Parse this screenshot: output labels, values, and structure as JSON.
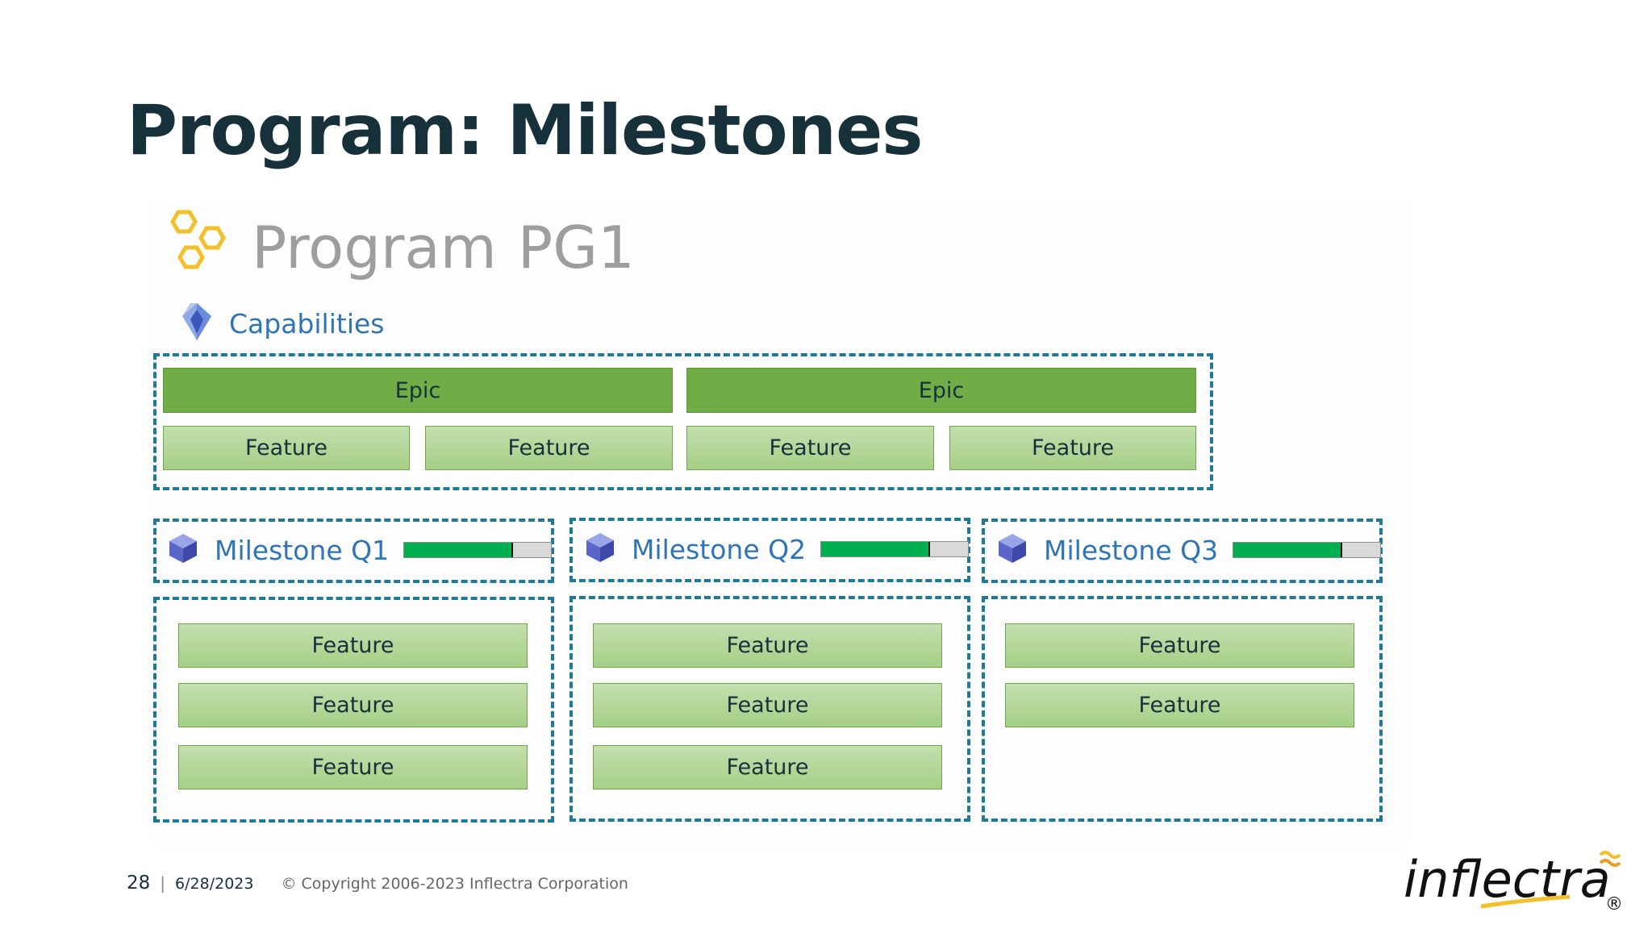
{
  "slide": {
    "title": "Program: Milestones"
  },
  "program": {
    "icon": "hexagon-cluster-icon",
    "prefix": "Program",
    "id": "PG1"
  },
  "capabilities": {
    "icon": "crystal-icon",
    "label": "Capabilities",
    "epics": [
      {
        "label": "Epic"
      },
      {
        "label": "Epic"
      }
    ],
    "features": [
      {
        "label": "Feature"
      },
      {
        "label": "Feature"
      },
      {
        "label": "Feature"
      },
      {
        "label": "Feature"
      }
    ]
  },
  "milestones": [
    {
      "icon": "cube-icon",
      "label": "Milestone Q1",
      "progress": 0.73,
      "features": [
        {
          "label": "Feature"
        },
        {
          "label": "Feature"
        },
        {
          "label": "Feature"
        }
      ]
    },
    {
      "icon": "cube-icon",
      "label": "Milestone Q2",
      "progress": 0.73,
      "features": [
        {
          "label": "Feature"
        },
        {
          "label": "Feature"
        },
        {
          "label": "Feature"
        }
      ]
    },
    {
      "icon": "cube-icon",
      "label": "Milestone Q3",
      "progress": 0.73,
      "features": [
        {
          "label": "Feature"
        },
        {
          "label": "Feature"
        }
      ]
    }
  ],
  "footer": {
    "page_number": "28",
    "separator": "|",
    "date": "6/28/2023",
    "copyright": "© Copyright 2006-2023 Inflectra Corporation"
  },
  "logo": {
    "wordmark": "inflectra",
    "registered": "®"
  },
  "colors": {
    "title": "#17313a",
    "dashed_border": "#1d7a99",
    "epic": "#70ad47",
    "feature": "#a9d18e",
    "progress_fill": "#00b050",
    "blue_text": "#2f75b5",
    "program_gray": "#9e9e9e",
    "hex_yellow": "#f2c02c"
  }
}
